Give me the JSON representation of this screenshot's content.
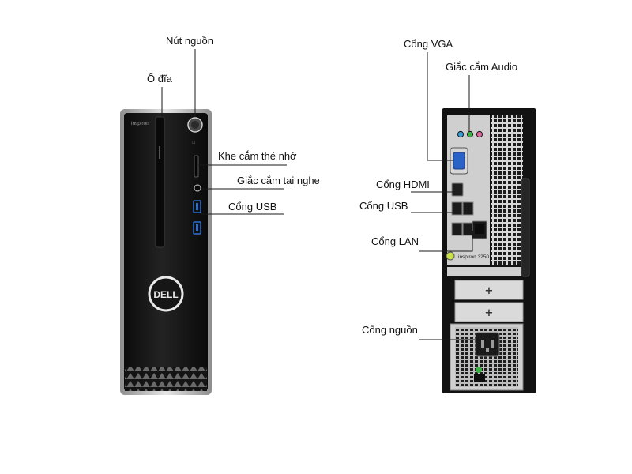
{
  "front": {
    "brand_text": "inspiron",
    "logo_text": "DELL",
    "labels": {
      "power_button": "Nút nguồn",
      "optical_drive": "Ổ đĩa",
      "card_reader": "Khe cắm thẻ nhớ",
      "headphone_jack": "Giắc cắm tai nghe",
      "usb_ports": "Cổng USB"
    }
  },
  "back": {
    "model_text": "inspiron 3250",
    "labels": {
      "vga_port": "Cổng VGA",
      "audio_jacks": "Giắc cắm Audio",
      "hdmi_port": "Cổng HDMI",
      "usb_ports": "Cổng USB",
      "lan_port": "Cổng LAN",
      "power_port": "Cổng nguồn"
    }
  },
  "colors": {
    "chassis_black": "#161616",
    "silver_trim": "#b9b9b9",
    "line": "#1a1a1a",
    "usb_blue": "#2a6fd0",
    "audio_green": "#3cb043",
    "audio_pink": "#e06aa0",
    "audio_blue": "#3aa0d8",
    "vga_blue": "#2a62c8"
  }
}
